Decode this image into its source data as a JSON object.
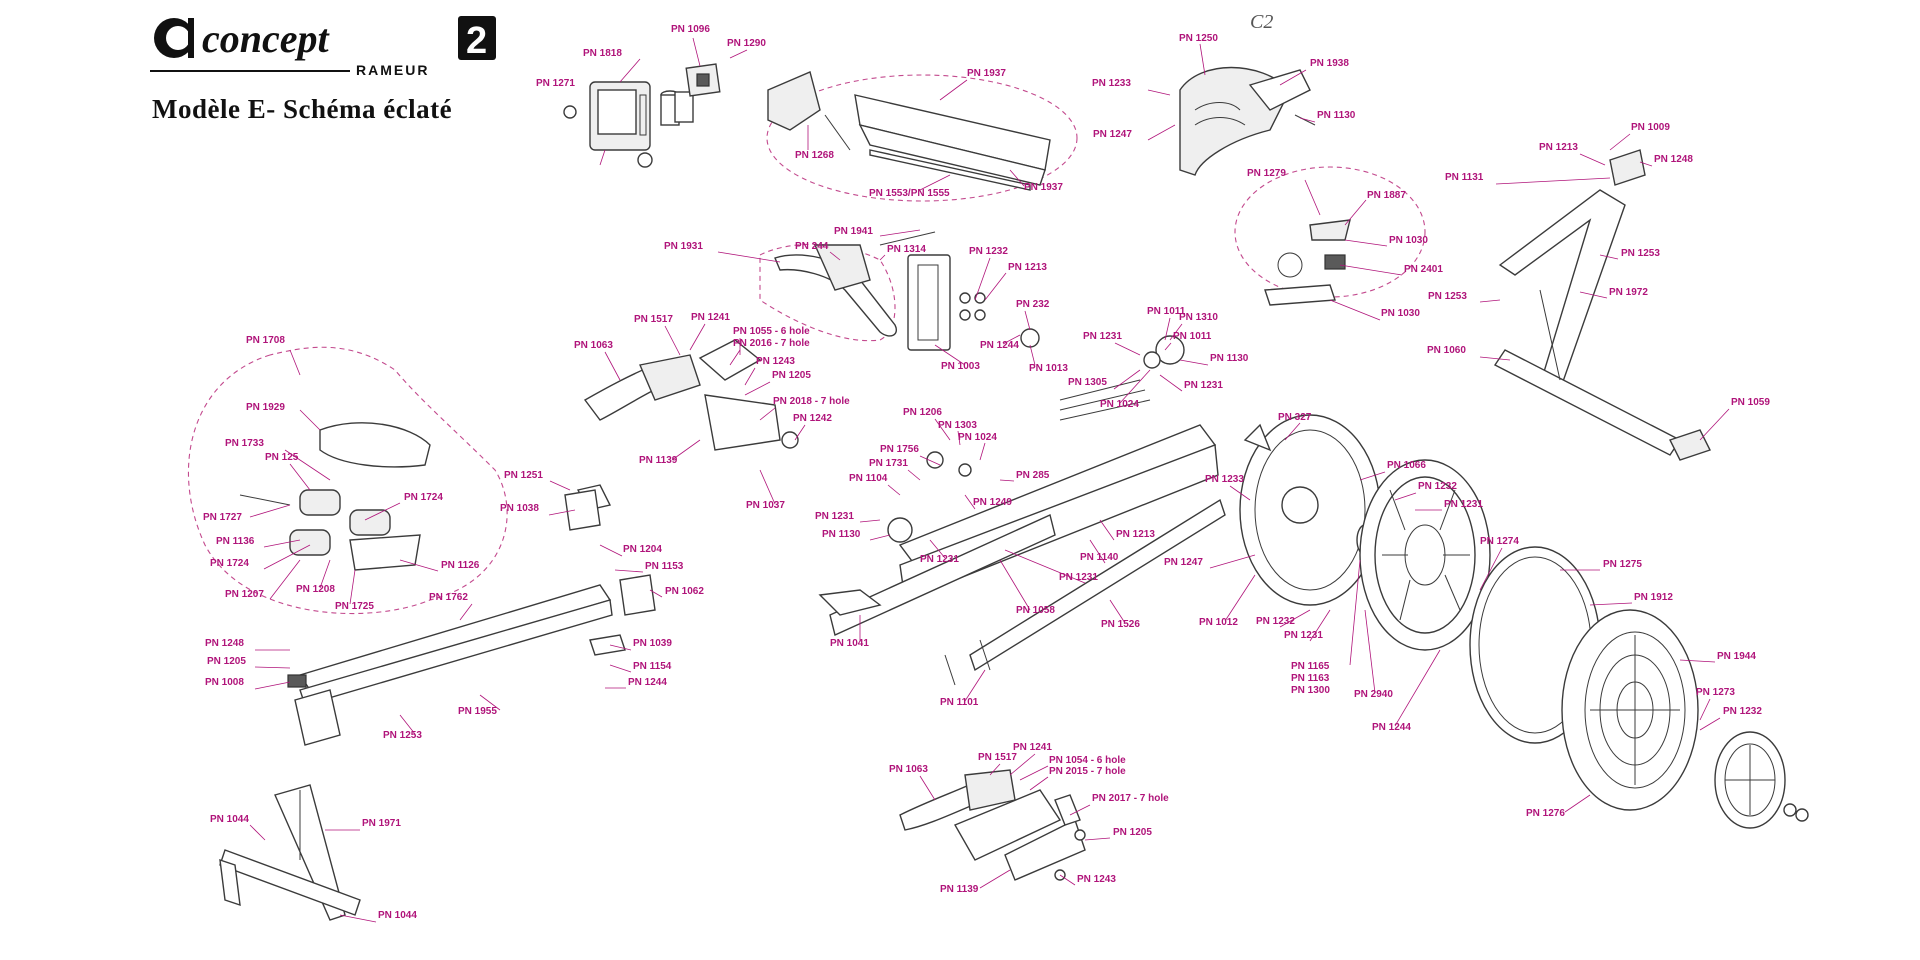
{
  "header": {
    "brand": "concept",
    "brand_number": "2",
    "brand_sub": "RAMEUR",
    "title": "Modèle E- Schéma éclaté",
    "corner_logo": "C2"
  },
  "colors": {
    "label": "#b0147a",
    "line": "#3b3b3b"
  },
  "labels": [
    {
      "id": "l1",
      "text": "PN 1818"
    },
    {
      "id": "l2",
      "text": "PN 1096"
    },
    {
      "id": "l3",
      "text": "PN 1290"
    },
    {
      "id": "l4",
      "text": "PN 1271"
    },
    {
      "id": "l5",
      "text": "PN 1937"
    },
    {
      "id": "l6",
      "text": "PN 1268"
    },
    {
      "id": "l7",
      "text": "PN 1553/PN 1555"
    },
    {
      "id": "l8",
      "text": "PN 1937"
    },
    {
      "id": "l9",
      "text": "PN 1250"
    },
    {
      "id": "l10",
      "text": "PN 1938"
    },
    {
      "id": "l11",
      "text": "PN 1233"
    },
    {
      "id": "l12",
      "text": "PN 1130"
    },
    {
      "id": "l13",
      "text": "PN 1247"
    },
    {
      "id": "l14",
      "text": "PN 1009"
    },
    {
      "id": "l15",
      "text": "PN 1213"
    },
    {
      "id": "l16",
      "text": "PN 1248"
    },
    {
      "id": "l17",
      "text": "PN 1131"
    },
    {
      "id": "l18",
      "text": "PN 1279"
    },
    {
      "id": "l19",
      "text": "PN 1887"
    },
    {
      "id": "l20",
      "text": "PN 1030"
    },
    {
      "id": "l21",
      "text": "PN 2401"
    },
    {
      "id": "l22",
      "text": "PN 1030"
    },
    {
      "id": "l23",
      "text": "PN 1253"
    },
    {
      "id": "l24",
      "text": "PN 1253"
    },
    {
      "id": "l25",
      "text": "PN 1972"
    },
    {
      "id": "l26",
      "text": "PN 1060"
    },
    {
      "id": "l27",
      "text": "PN 1059"
    },
    {
      "id": "l28",
      "text": "PN 1941"
    },
    {
      "id": "l29",
      "text": "PN 1931"
    },
    {
      "id": "l30",
      "text": "PN 244"
    },
    {
      "id": "l31",
      "text": "PN 1314"
    },
    {
      "id": "l32",
      "text": "PN 1232"
    },
    {
      "id": "l33",
      "text": "PN 1213"
    },
    {
      "id": "l34",
      "text": "PN 232"
    },
    {
      "id": "l35",
      "text": "PN 1244"
    },
    {
      "id": "l36",
      "text": "PN 1013"
    },
    {
      "id": "l37",
      "text": "PN 1003"
    },
    {
      "id": "l38",
      "text": "PN 1011"
    },
    {
      "id": "l39",
      "text": "PN 1310"
    },
    {
      "id": "l40",
      "text": "PN 1231"
    },
    {
      "id": "l41",
      "text": "PN 1011"
    },
    {
      "id": "l42",
      "text": "PN 1130"
    },
    {
      "id": "l43",
      "text": "PN 1305"
    },
    {
      "id": "l44",
      "text": "PN 1231"
    },
    {
      "id": "l45",
      "text": "PN 1024"
    },
    {
      "id": "l46",
      "text": "PN 1708"
    },
    {
      "id": "l47",
      "text": "PN 1517"
    },
    {
      "id": "l48",
      "text": "PN 1241"
    },
    {
      "id": "l49",
      "text": "PN 1055 - 6 hole"
    },
    {
      "id": "l50",
      "text": "PN 2016 - 7 hole"
    },
    {
      "id": "l51",
      "text": "PN 1063"
    },
    {
      "id": "l52",
      "text": "PN 1243"
    },
    {
      "id": "l53",
      "text": "PN 1205"
    },
    {
      "id": "l54",
      "text": "PN 2018 - 7 hole"
    },
    {
      "id": "l55",
      "text": "PN 1242"
    },
    {
      "id": "l56",
      "text": "PN 1139"
    },
    {
      "id": "l57",
      "text": "PN 1037"
    },
    {
      "id": "l58",
      "text": "PN 1929"
    },
    {
      "id": "l59",
      "text": "PN 1733"
    },
    {
      "id": "l60",
      "text": "PN 125"
    },
    {
      "id": "l61",
      "text": "PN 1727"
    },
    {
      "id": "l62",
      "text": "PN 1724"
    },
    {
      "id": "l63",
      "text": "PN 1136"
    },
    {
      "id": "l64",
      "text": "PN 1724"
    },
    {
      "id": "l65",
      "text": "PN 1126"
    },
    {
      "id": "l66",
      "text": "PN 1207"
    },
    {
      "id": "l67",
      "text": "PN 1208"
    },
    {
      "id": "l68",
      "text": "PN 1725"
    },
    {
      "id": "l69",
      "text": "PN 1251"
    },
    {
      "id": "l70",
      "text": "PN 1038"
    },
    {
      "id": "l71",
      "text": "PN 1204"
    },
    {
      "id": "l72",
      "text": "PN 1153"
    },
    {
      "id": "l73",
      "text": "PN 1062"
    },
    {
      "id": "l74",
      "text": "PN 1762"
    },
    {
      "id": "l75",
      "text": "PN 1248"
    },
    {
      "id": "l76",
      "text": "PN 1205"
    },
    {
      "id": "l77",
      "text": "PN 1008"
    },
    {
      "id": "l78",
      "text": "PN 1039"
    },
    {
      "id": "l79",
      "text": "PN 1154"
    },
    {
      "id": "l80",
      "text": "PN 1244"
    },
    {
      "id": "l81",
      "text": "PN 1955"
    },
    {
      "id": "l82",
      "text": "PN 1253"
    },
    {
      "id": "l83",
      "text": "PN 1044"
    },
    {
      "id": "l84",
      "text": "PN 1971"
    },
    {
      "id": "l85",
      "text": "PN 1044"
    },
    {
      "id": "l86",
      "text": "PN 1206"
    },
    {
      "id": "l87",
      "text": "PN 1303"
    },
    {
      "id": "l88",
      "text": "PN 1756"
    },
    {
      "id": "l89",
      "text": "PN 1024"
    },
    {
      "id": "l90",
      "text": "PN 1731"
    },
    {
      "id": "l91",
      "text": "PN 1104"
    },
    {
      "id": "l92",
      "text": "PN 285"
    },
    {
      "id": "l93",
      "text": "PN 1249"
    },
    {
      "id": "l94",
      "text": "PN 1231"
    },
    {
      "id": "l95",
      "text": "PN 1130"
    },
    {
      "id": "l96",
      "text": "PN 1231"
    },
    {
      "id": "l97",
      "text": "PN 1213"
    },
    {
      "id": "l98",
      "text": "PN 1140"
    },
    {
      "id": "l99",
      "text": "PN 1231"
    },
    {
      "id": "l100",
      "text": "PN 1058"
    },
    {
      "id": "l101",
      "text": "PN 1041"
    },
    {
      "id": "l102",
      "text": "PN 1526"
    },
    {
      "id": "l103",
      "text": "PN 1101"
    },
    {
      "id": "l104",
      "text": "PN 327"
    },
    {
      "id": "l105",
      "text": "PN 1066"
    },
    {
      "id": "l106",
      "text": "PN 1233"
    },
    {
      "id": "l107",
      "text": "PN 1232"
    },
    {
      "id": "l108",
      "text": "PN 1231"
    },
    {
      "id": "l109",
      "text": "PN 1247"
    },
    {
      "id": "l110",
      "text": "PN 1012"
    },
    {
      "id": "l111",
      "text": "PN 1232"
    },
    {
      "id": "l112",
      "text": "PN 1231"
    },
    {
      "id": "l113",
      "text": "PN 1165"
    },
    {
      "id": "l114",
      "text": "PN 1163"
    },
    {
      "id": "l115",
      "text": "PN 1300"
    },
    {
      "id": "l116",
      "text": "PN 2940"
    },
    {
      "id": "l117",
      "text": "PN 1274"
    },
    {
      "id": "l118",
      "text": "PN 1244"
    },
    {
      "id": "l119",
      "text": "PN 1275"
    },
    {
      "id": "l120",
      "text": "PN 1912"
    },
    {
      "id": "l121",
      "text": "PN 1944"
    },
    {
      "id": "l122",
      "text": "PN 1273"
    },
    {
      "id": "l123",
      "text": "PN 1232"
    },
    {
      "id": "l124",
      "text": "PN 1276"
    },
    {
      "id": "l125",
      "text": "PN 1063"
    },
    {
      "id": "l126",
      "text": "PN 1517"
    },
    {
      "id": "l127",
      "text": "PN 1241"
    },
    {
      "id": "l128",
      "text": "PN 1054 - 6 hole"
    },
    {
      "id": "l129",
      "text": "PN 2015 - 7 hole"
    },
    {
      "id": "l130",
      "text": "PN 2017 - 7 hole"
    },
    {
      "id": "l131",
      "text": "PN 1205"
    },
    {
      "id": "l132",
      "text": "PN 1139"
    },
    {
      "id": "l133",
      "text": "PN 1243"
    }
  ]
}
